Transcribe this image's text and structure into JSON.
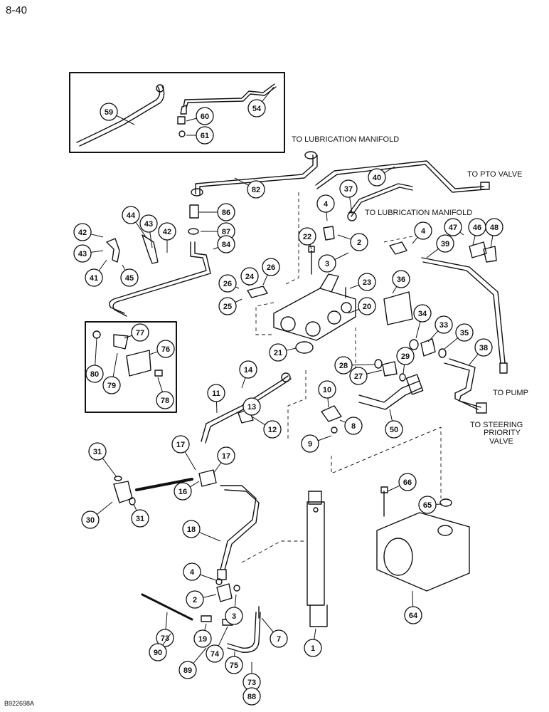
{
  "page_number": "8-40",
  "figure_code": "B922698A",
  "notes": [
    "TO LUBRICATION MANIFOLD",
    "TO PTO VALVE",
    "TO LUBRICATION MANIFOLD",
    "TO PUMP",
    "TO STEERING",
    "PRIORITY",
    "VALVE"
  ],
  "callouts": [
    "59",
    "60",
    "61",
    "54",
    "82",
    "40",
    "86",
    "87",
    "84",
    "4",
    "37",
    "44",
    "43",
    "42",
    "42",
    "43",
    "41",
    "45",
    "22",
    "2",
    "3",
    "4",
    "47",
    "46",
    "48",
    "39",
    "24",
    "26",
    "26",
    "25",
    "23",
    "36",
    "20",
    "77",
    "76",
    "80",
    "79",
    "78",
    "34",
    "33",
    "35",
    "38",
    "21",
    "28",
    "27",
    "29",
    "14",
    "11",
    "13",
    "12",
    "10",
    "8",
    "9",
    "50",
    "17",
    "17",
    "31",
    "16",
    "30",
    "31",
    "18",
    "4",
    "2",
    "3",
    "7",
    "66",
    "65",
    "1",
    "64",
    "73",
    "19",
    "74",
    "75",
    "90",
    "89",
    "73",
    "88"
  ]
}
